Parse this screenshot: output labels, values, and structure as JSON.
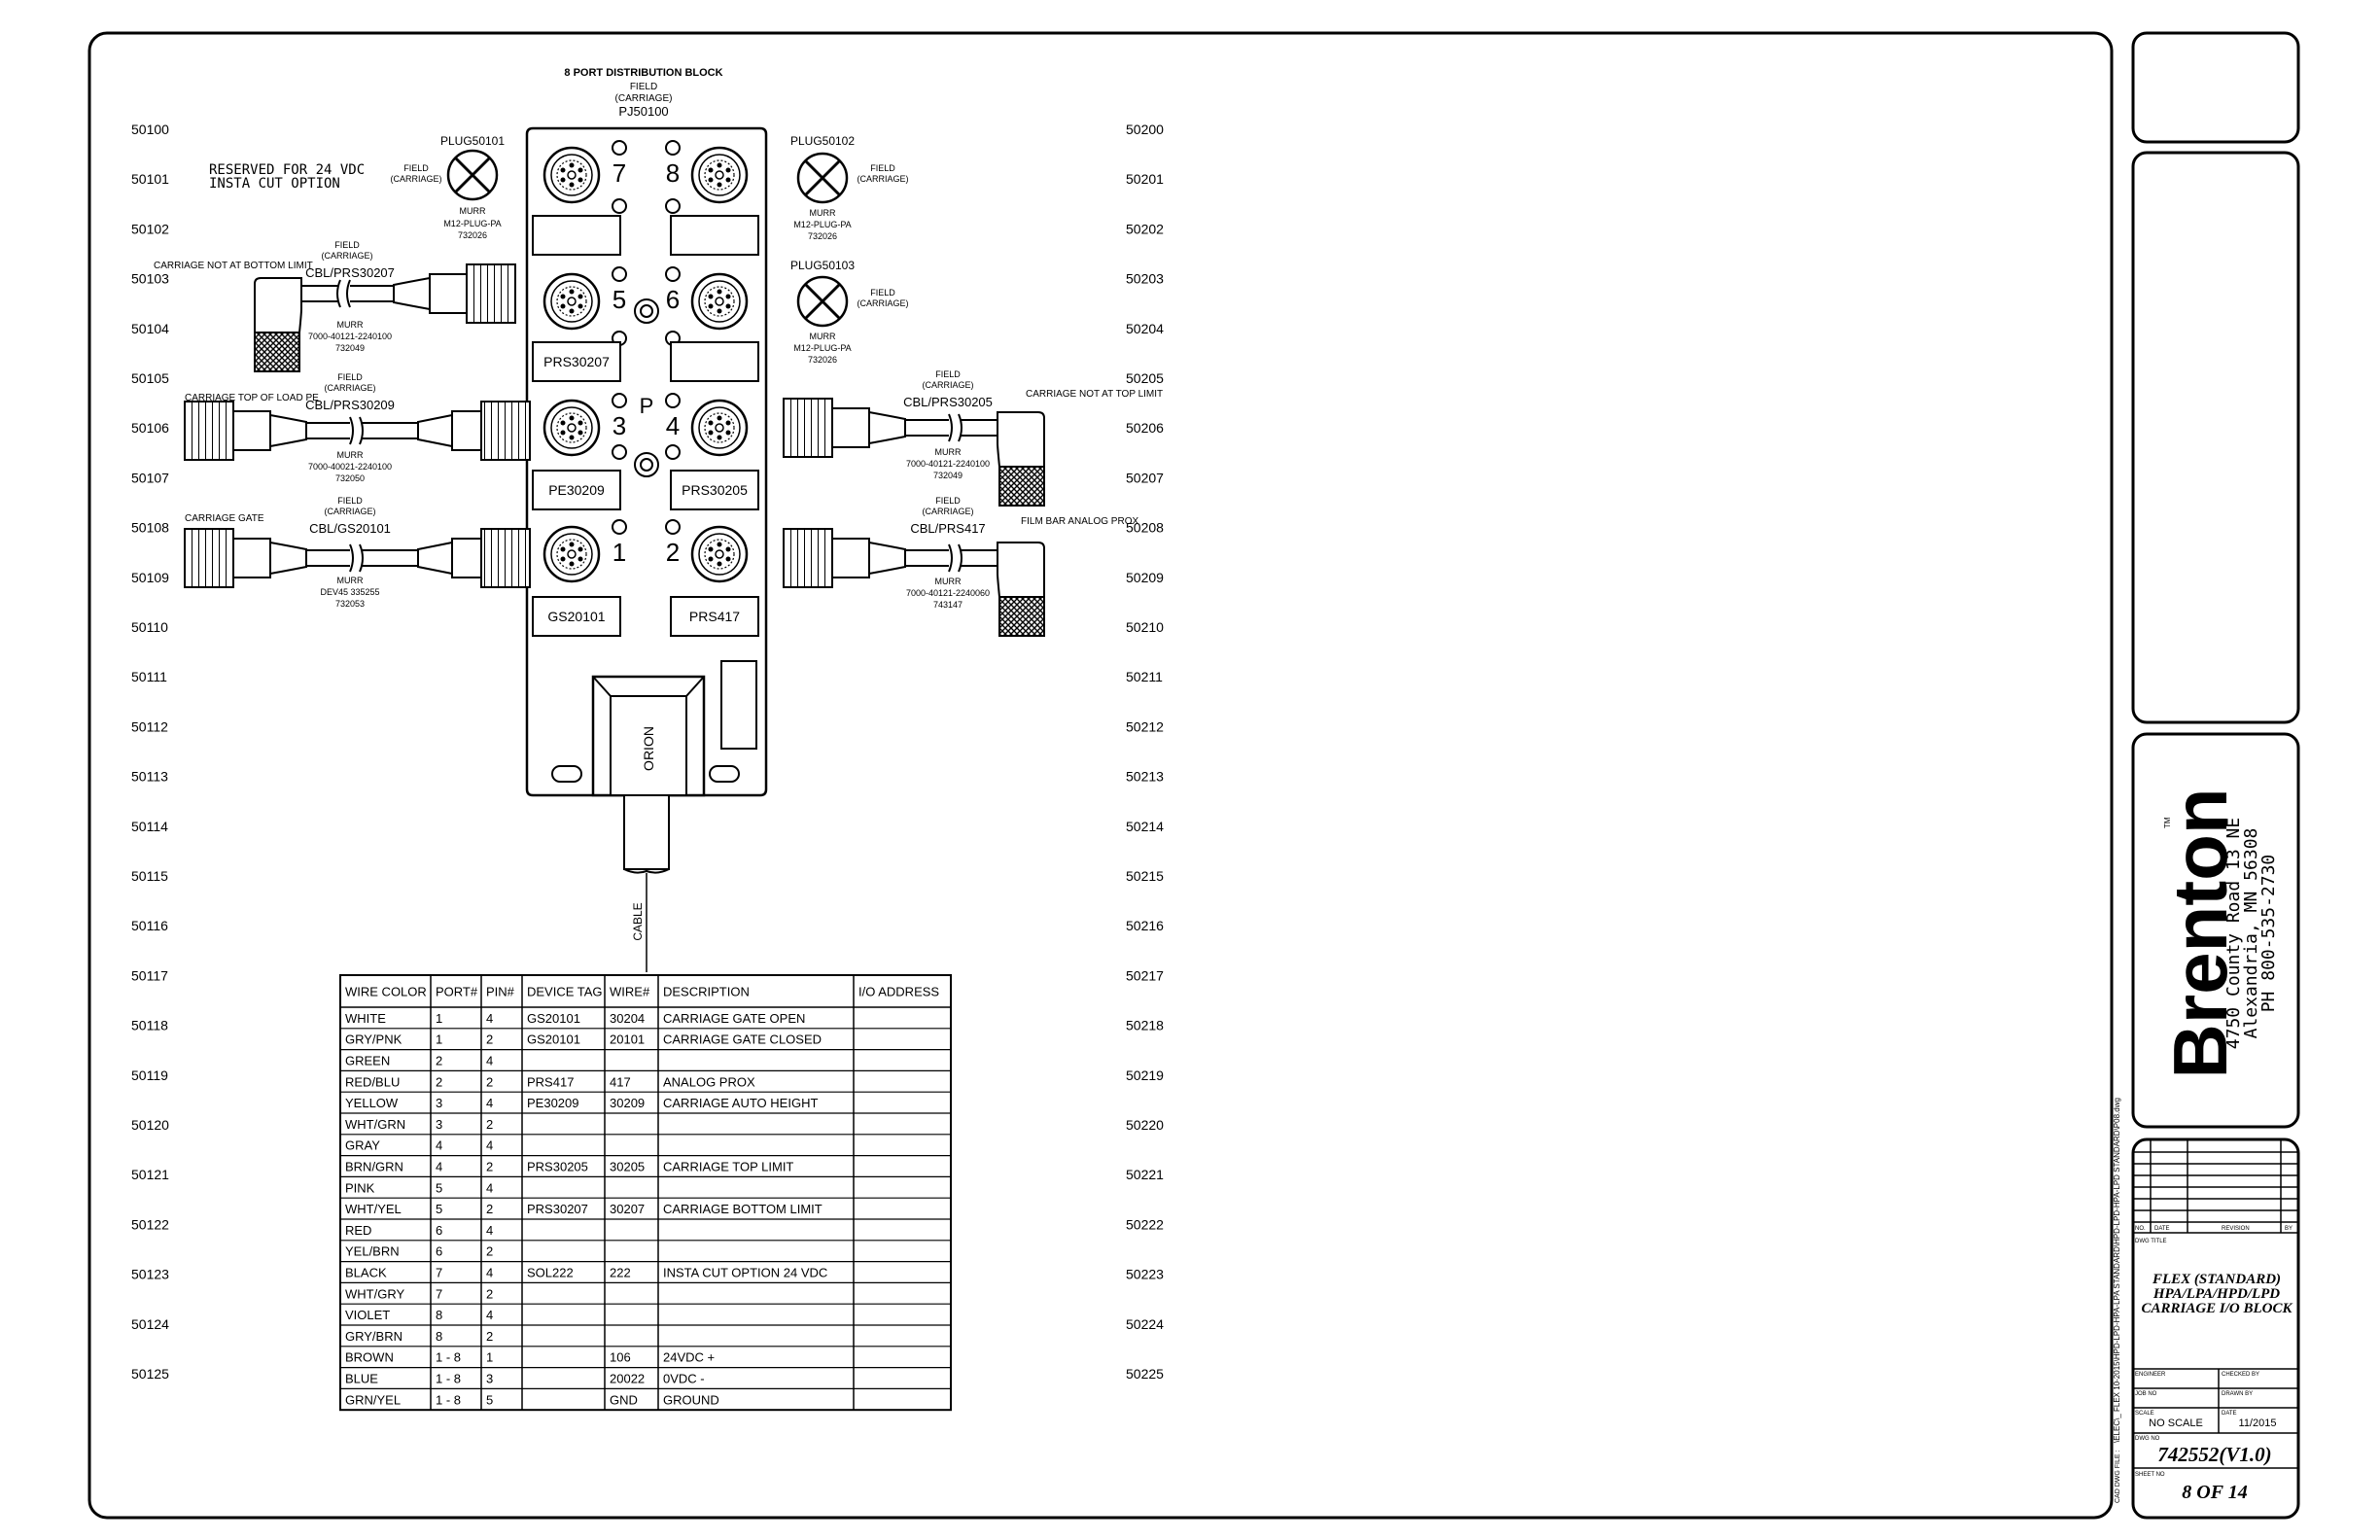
{
  "rungs_left": [
    "50100",
    "50101",
    "50102",
    "50103",
    "50104",
    "50105",
    "50106",
    "50107",
    "50108",
    "50109",
    "50110",
    "50111",
    "50112",
    "50113",
    "50114",
    "50115",
    "50116",
    "50117",
    "50118",
    "50119",
    "50120",
    "50121",
    "50122",
    "50123",
    "50124",
    "50125"
  ],
  "rungs_right": [
    "50200",
    "50201",
    "50202",
    "50203",
    "50204",
    "50205",
    "50206",
    "50207",
    "50208",
    "50209",
    "50210",
    "50211",
    "50212",
    "50213",
    "50214",
    "50215",
    "50216",
    "50217",
    "50218",
    "50219",
    "50220",
    "50221",
    "50222",
    "50223",
    "50224",
    "50225"
  ],
  "block": {
    "title": "8 PORT DISTRIBUTION BLOCK",
    "field": "FIELD",
    "carriage": "(CARRIAGE)",
    "tag": "PJ50100",
    "brand": "ORION",
    "cable": "CABLE",
    "port_numbers": [
      "7",
      "8",
      "5",
      "6",
      "3",
      "4",
      "1",
      "2"
    ],
    "p_label": "P",
    "port_labels": [
      "",
      "",
      "PRS30207",
      "",
      "PE30209",
      "PRS30205",
      "GS20101",
      "PRS417"
    ]
  },
  "reserved_note": [
    "RESERVED FOR 24 VDC",
    "INSTA CUT OPTION"
  ],
  "plugs": [
    {
      "tag": "PLUG50101",
      "field": "FIELD",
      "carriage": "(CARRIAGE)",
      "maker": "MURR",
      "model": "M12-PLUG-PA",
      "part": "732026"
    },
    {
      "tag": "PLUG50102",
      "field": "FIELD",
      "carriage": "(CARRIAGE)",
      "maker": "MURR",
      "model": "M12-PLUG-PA",
      "part": "732026"
    },
    {
      "tag": "PLUG50103",
      "field": "FIELD",
      "carriage": "(CARRIAGE)",
      "maker": "MURR",
      "model": "M12-PLUG-PA",
      "part": "732026"
    }
  ],
  "cables_left": [
    {
      "device": "CARRIAGE NOT AT BOTTOM LIMIT",
      "field": "FIELD",
      "carriage": "(CARRIAGE)",
      "cable": "CBL/PRS30207",
      "maker": "MURR",
      "model": "7000-40121-2240100",
      "part": "732049"
    },
    {
      "device": "CARRIAGE TOP OF LOAD PE",
      "field": "FIELD",
      "carriage": "(CARRIAGE)",
      "cable": "CBL/PRS30209",
      "maker": "MURR",
      "model": "7000-40021-2240100",
      "part": "732050"
    },
    {
      "device": "CARRIAGE GATE",
      "field": "FIELD",
      "carriage": "(CARRIAGE)",
      "cable": "CBL/GS20101",
      "maker": "MURR",
      "model": "DEV45 335255",
      "part": "732053"
    }
  ],
  "cables_right": [
    {
      "device": "CARRIAGE NOT AT TOP LIMIT",
      "field": "FIELD",
      "carriage": "(CARRIAGE)",
      "cable": "CBL/PRS30205",
      "maker": "MURR",
      "model": "7000-40121-2240100",
      "part": "732049"
    },
    {
      "device": "FILM BAR ANALOG PROX",
      "field": "FIELD",
      "carriage": "(CARRIAGE)",
      "cable": "CBL/PRS417",
      "maker": "MURR",
      "model": "7000-40121-2240060",
      "part": "743147"
    }
  ],
  "wire_table": {
    "headers": [
      "WIRE COLOR",
      "PORT#",
      "PIN#",
      "DEVICE TAG",
      "WIRE#",
      "DESCRIPTION",
      "I/O ADDRESS"
    ],
    "rows": [
      [
        "WHITE",
        "1",
        "4",
        "GS20101",
        "30204",
        "CARRIAGE GATE OPEN",
        ""
      ],
      [
        "GRY/PNK",
        "1",
        "2",
        "GS20101",
        "20101",
        "CARRIAGE GATE CLOSED",
        ""
      ],
      [
        "GREEN",
        "2",
        "4",
        "",
        "",
        "",
        ""
      ],
      [
        "RED/BLU",
        "2",
        "2",
        "PRS417",
        "417",
        "ANALOG PROX",
        ""
      ],
      [
        "YELLOW",
        "3",
        "4",
        "PE30209",
        "30209",
        "CARRIAGE AUTO HEIGHT",
        ""
      ],
      [
        "WHT/GRN",
        "3",
        "2",
        "",
        "",
        "",
        ""
      ],
      [
        "GRAY",
        "4",
        "4",
        "",
        "",
        "",
        ""
      ],
      [
        "BRN/GRN",
        "4",
        "2",
        "PRS30205",
        "30205",
        "CARRIAGE TOP LIMIT",
        ""
      ],
      [
        "PINK",
        "5",
        "4",
        "",
        "",
        "",
        ""
      ],
      [
        "WHT/YEL",
        "5",
        "2",
        "PRS30207",
        "30207",
        "CARRIAGE BOTTOM LIMIT",
        ""
      ],
      [
        "RED",
        "6",
        "4",
        "",
        "",
        "",
        ""
      ],
      [
        "YEL/BRN",
        "6",
        "2",
        "",
        "",
        "",
        ""
      ],
      [
        "BLACK",
        "7",
        "4",
        "SOL222",
        "222",
        "INSTA CUT OPTION 24 VDC",
        ""
      ],
      [
        "WHT/GRY",
        "7",
        "2",
        "",
        "",
        "",
        ""
      ],
      [
        "VIOLET",
        "8",
        "4",
        "",
        "",
        "",
        ""
      ],
      [
        "GRY/BRN",
        "8",
        "2",
        "",
        "",
        "",
        ""
      ],
      [
        "BROWN",
        "1 - 8",
        "1",
        "",
        "106",
        "24VDC +",
        ""
      ],
      [
        "BLUE",
        "1 - 8",
        "3",
        "",
        "20022",
        "0VDC -",
        ""
      ],
      [
        "GRN/YEL",
        "1 - 8",
        "5",
        "",
        "GND",
        "GROUND",
        ""
      ]
    ]
  },
  "title_block": {
    "company": "Brenton",
    "tm": "TM",
    "address": [
      "4750 County Road 13 NE",
      "Alexandria, MN 56308",
      "PH 800-535-2730"
    ],
    "rev_headers": [
      "NO.",
      "DATE",
      "REVISION",
      "BY"
    ],
    "dwg_title_label": "DWG TITLE",
    "dwg_title": [
      "FLEX (STANDARD)",
      "HPA/LPA/HPD/LPD",
      "CARRIAGE I/O BLOCK"
    ],
    "engineer_label": "ENGINEER",
    "checked_label": "CHECKED BY",
    "job_label": "JOB NO",
    "drawn_label": "DRAWN BY",
    "scale_label": "SCALE",
    "scale": "NO SCALE",
    "date_label": "DATE",
    "date": "11/2015",
    "dwg_no_label": "DWG NO",
    "dwg_no": "742552(V1.0)",
    "sheet_label": "SHEET NO",
    "sheet": "8 OF 14",
    "file_path_label": "CAD DWG FILE :",
    "file_path": "\\ELEC\\_ FLEX 10-2015\\HPD-LPD-HPA-LPA STANDARD\\HPD-LPD-HPA-LPD STANDARD\\P08.dwg"
  },
  "colors": {
    "ink": "#000000",
    "paper": "#ffffff",
    "cable_gray": "#dcdcdc"
  }
}
